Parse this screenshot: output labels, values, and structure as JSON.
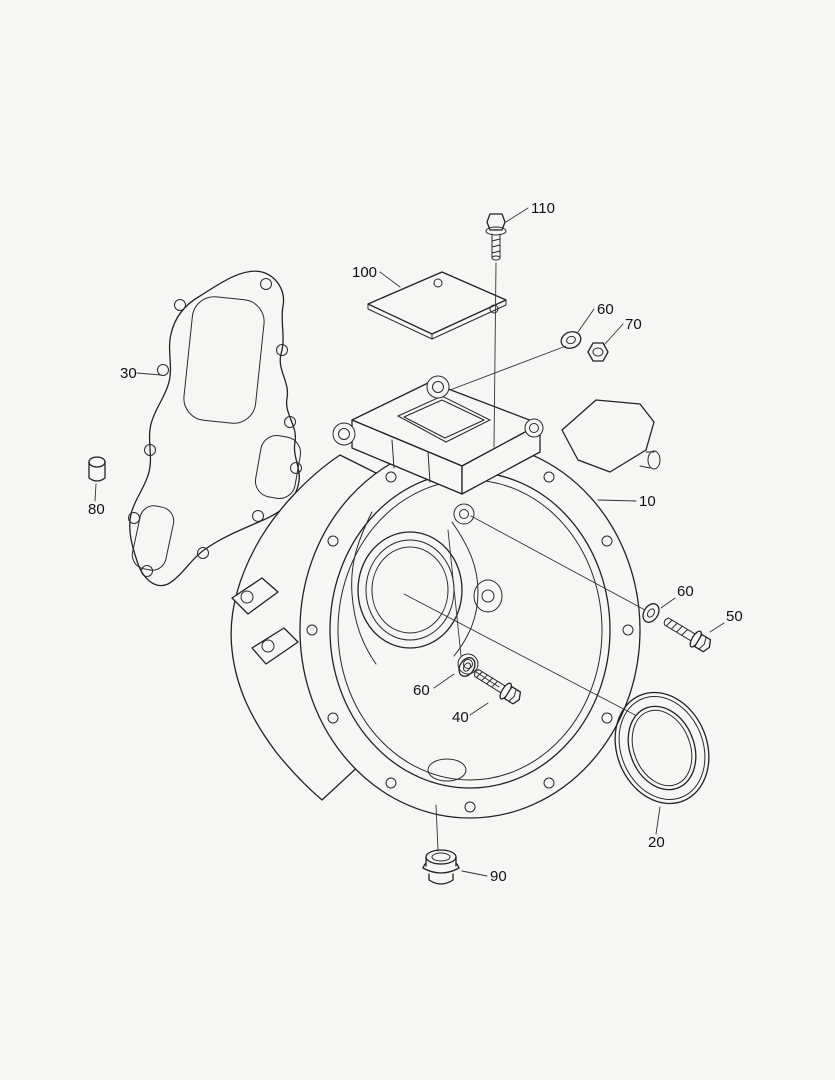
{
  "page": {
    "background": "#f6f6f4",
    "line_color": "#222222",
    "description": "Exploded parts diagram of flywheel housing assembly"
  },
  "callouts": [
    {
      "part": "110",
      "label": "110"
    },
    {
      "part": "100",
      "label": "100"
    },
    {
      "part": "60",
      "label": "60"
    },
    {
      "part": "70",
      "label": "70"
    },
    {
      "part": "30",
      "label": "30"
    },
    {
      "part": "80",
      "label": "80"
    },
    {
      "part": "10",
      "label": "10"
    },
    {
      "part": "60",
      "label": "60"
    },
    {
      "part": "50",
      "label": "50"
    },
    {
      "part": "60",
      "label": "60"
    },
    {
      "part": "40",
      "label": "40"
    },
    {
      "part": "20",
      "label": "20"
    },
    {
      "part": "90",
      "label": "90"
    }
  ]
}
